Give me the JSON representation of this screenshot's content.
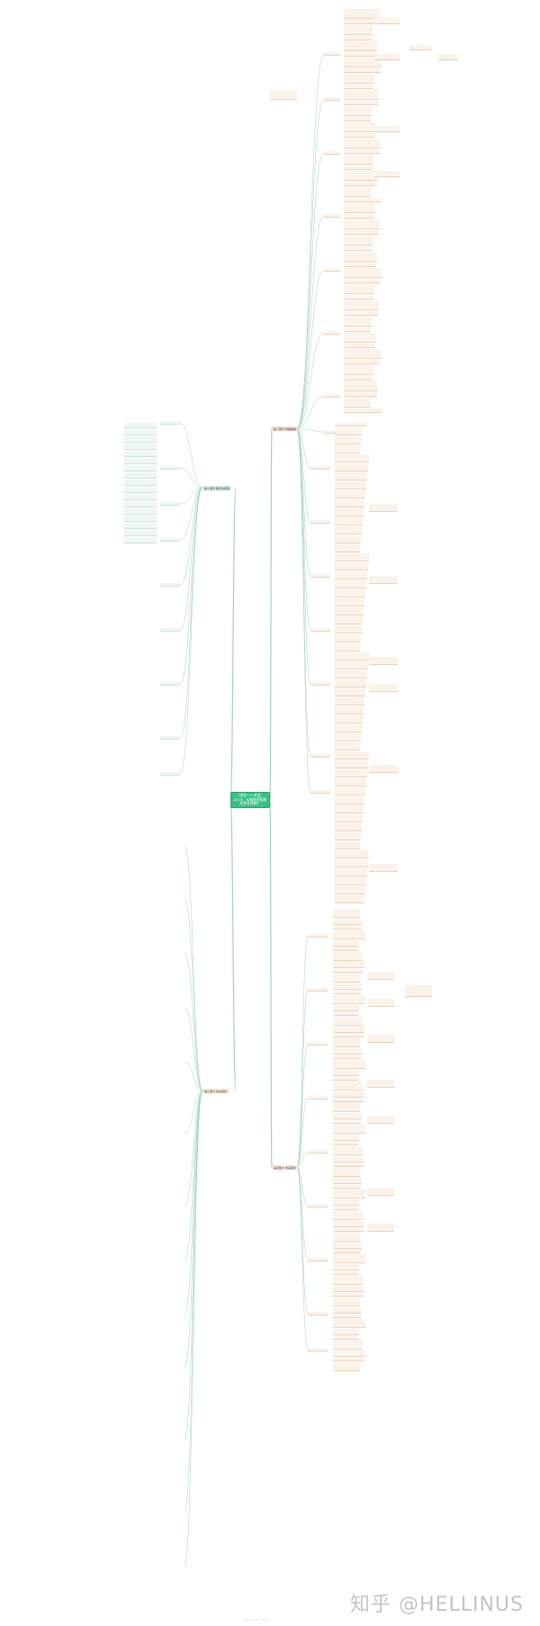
{
  "root": {
    "title": "《创业一一对话：2019、从制造到智能到何处理想》"
  },
  "branches": [
    {
      "label": "第一部分 智能制造",
      "color": "#f8d8cf"
    },
    {
      "label": "第二部分 数字化转型",
      "color": "#cfe8e4"
    },
    {
      "label": "第三部分 商业模式",
      "color": "#f9e4c8"
    },
    {
      "label": "第四部分 未来展望",
      "color": "#f8e6dd"
    }
  ],
  "colors": {
    "root": "#36c286",
    "line": "#9fd4b9",
    "node_right": "#fbf2ea",
    "node_left": "#eef6f2"
  },
  "watermark": "知乎 @HELLINUS",
  "footer": "Created with XMind"
}
